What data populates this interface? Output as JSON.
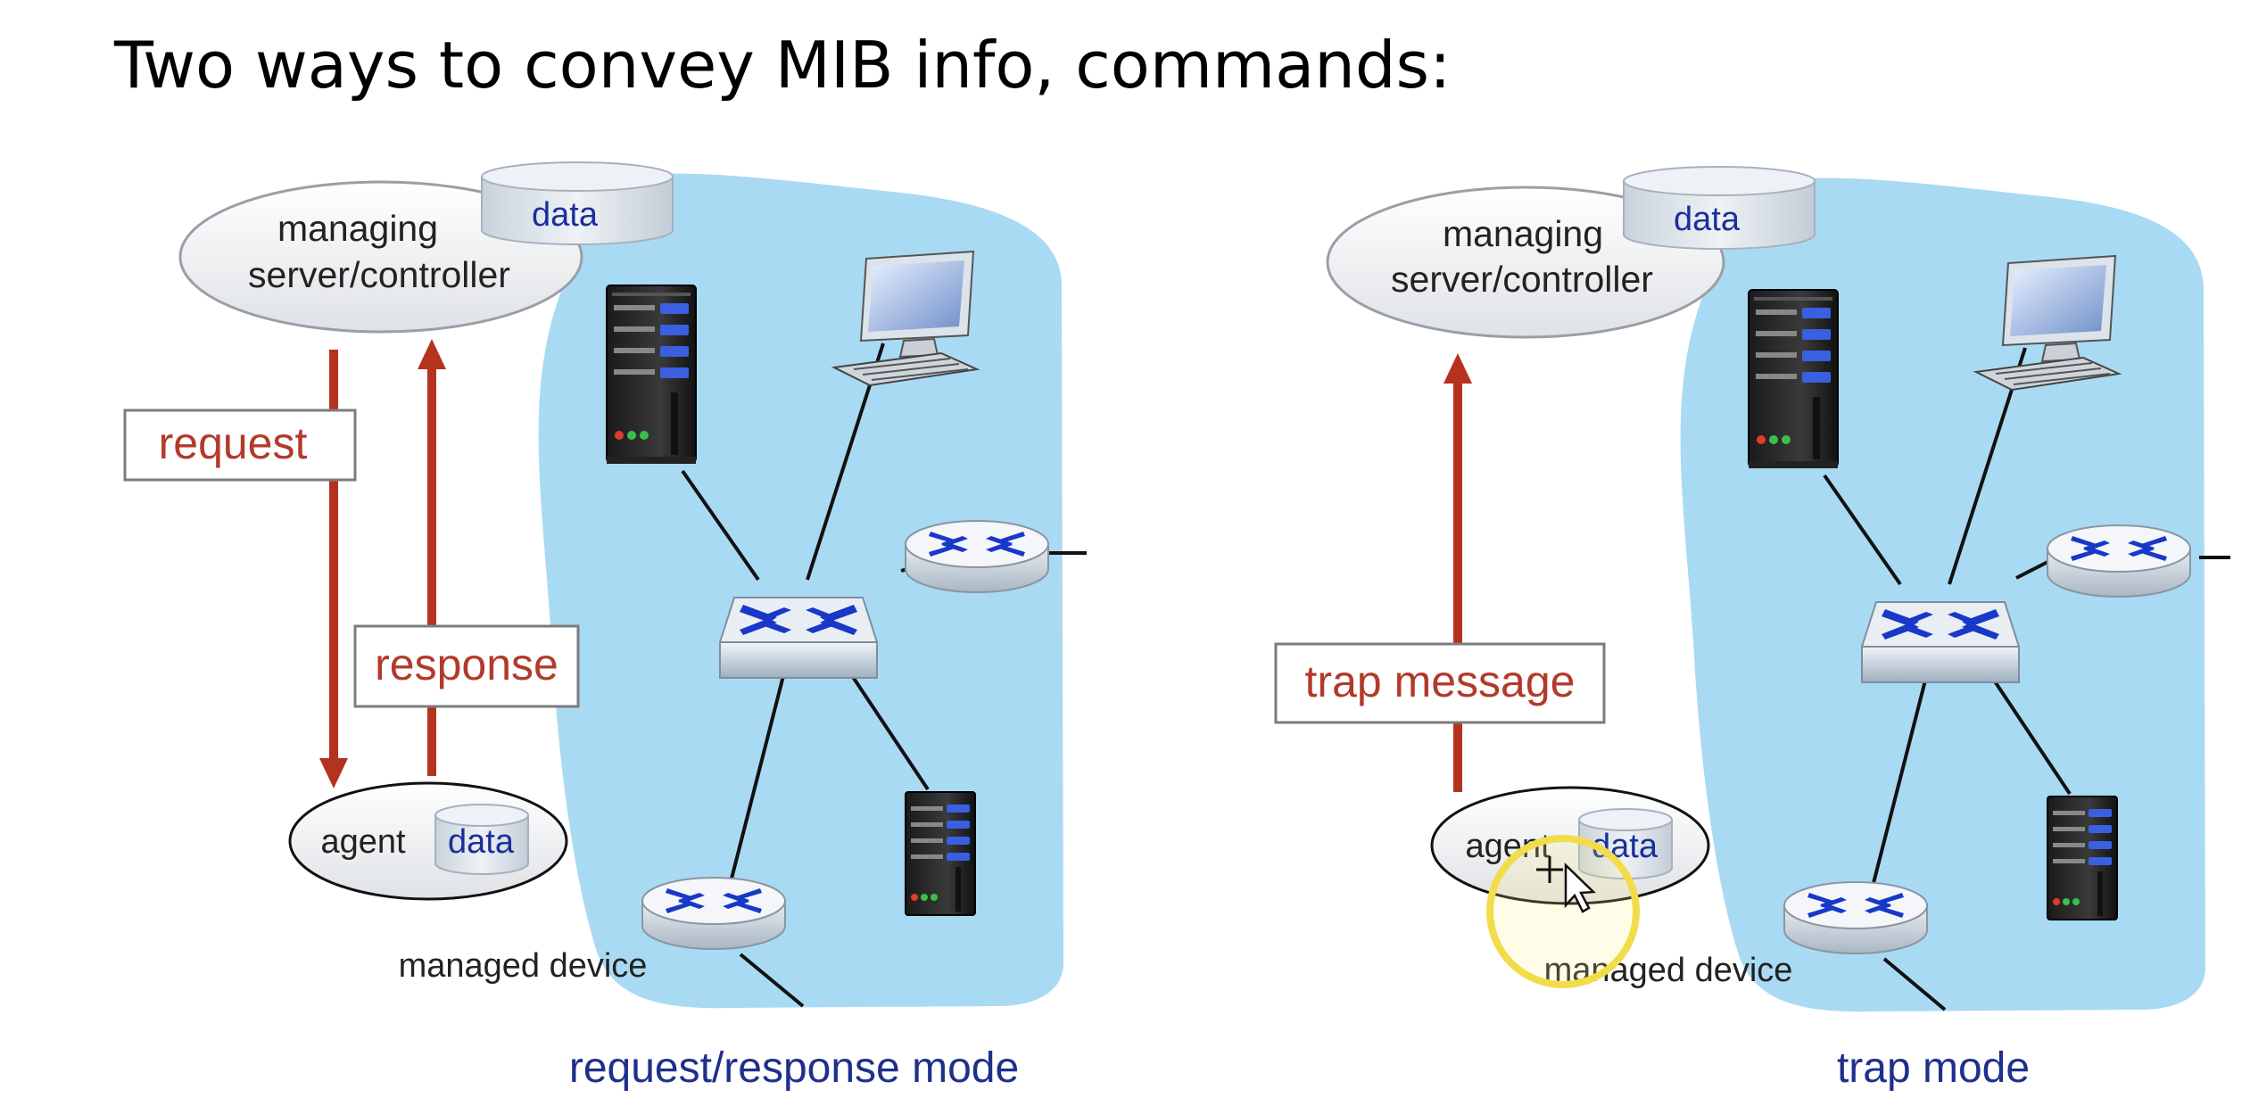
{
  "slide": {
    "title": "Two ways to convey MIB info, commands:"
  },
  "left_panel": {
    "manager_line1": "managing",
    "manager_line2": "server/controller",
    "manager_data": "data",
    "request_label": "request",
    "response_label": "response",
    "agent_label": "agent",
    "agent_data": "data",
    "device_label": "managed device",
    "caption": "request/response mode"
  },
  "right_panel": {
    "manager_line1": "managing",
    "manager_line2": "server/controller",
    "manager_data": "data",
    "trap_label": "trap message",
    "agent_label": "agent",
    "agent_data": "data",
    "device_label": "managed device",
    "caption": "trap mode"
  },
  "colors": {
    "arrow": "#b5321f",
    "cloud": "#a9daf4",
    "caption": "#1f2f8c",
    "data_text": "#1a2f9a",
    "icon_blue": "#1838c8"
  }
}
